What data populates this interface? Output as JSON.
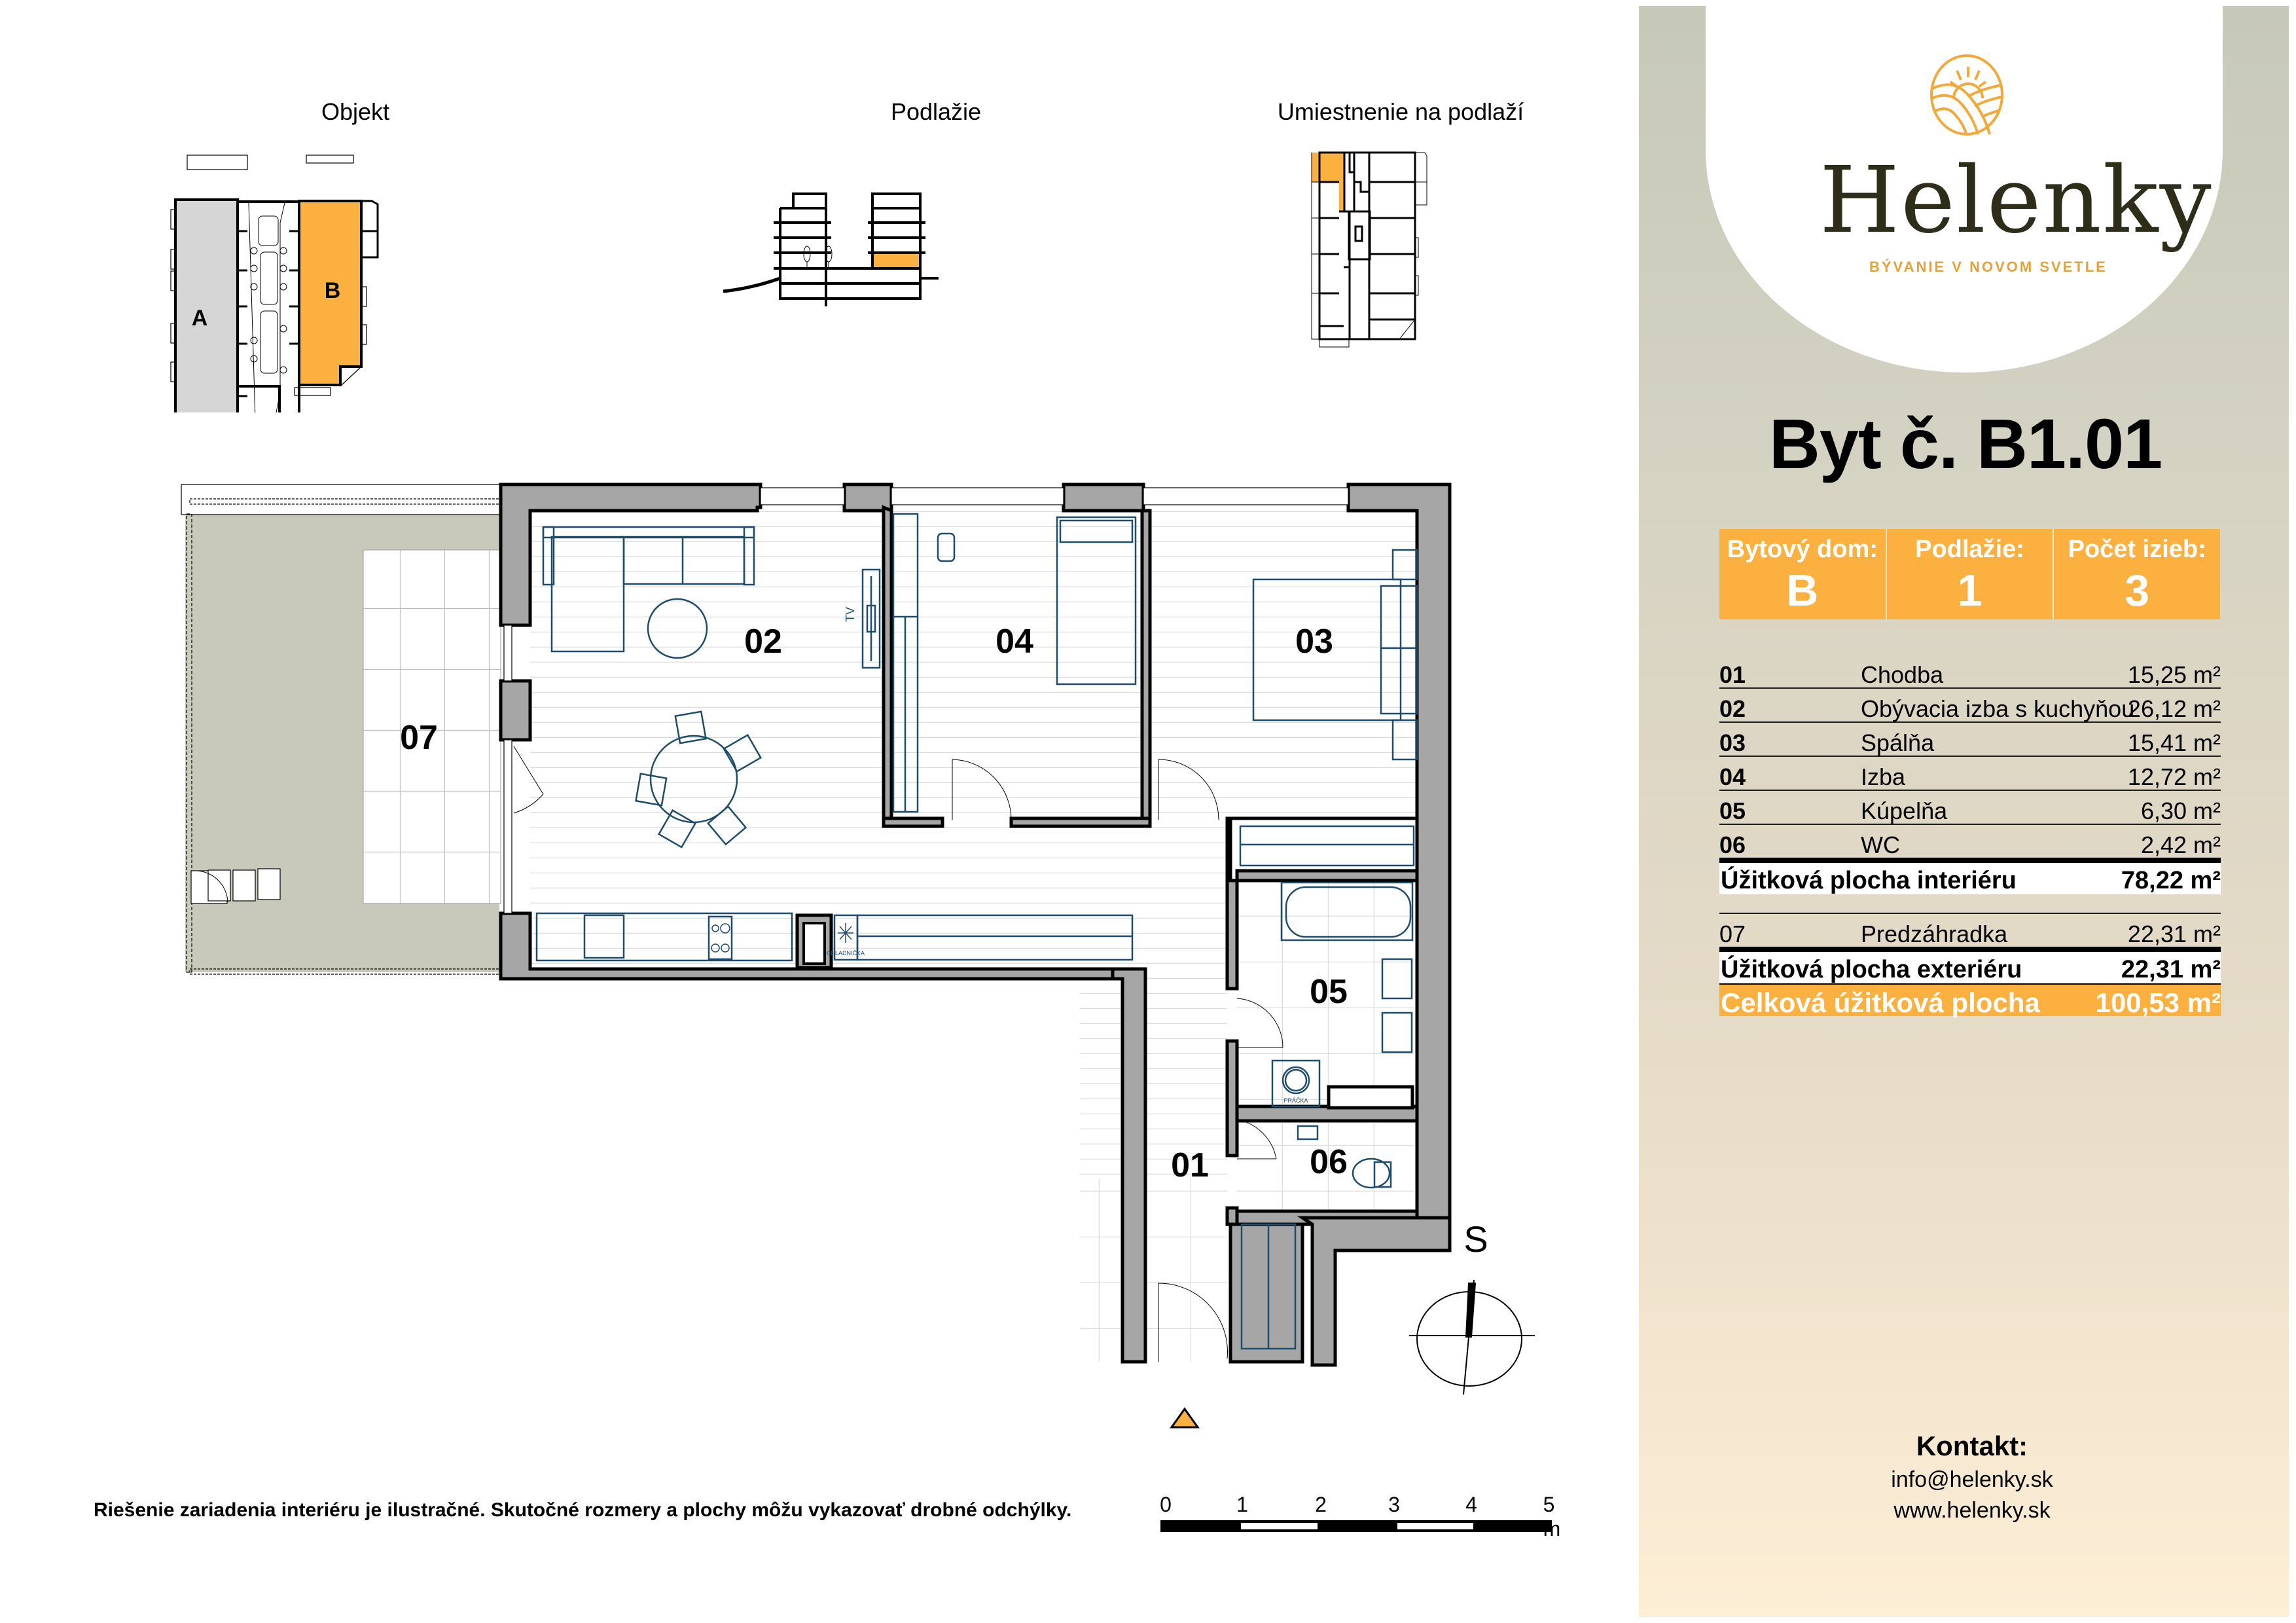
{
  "header_captions": {
    "objekt": "Objekt",
    "podlazie": "Podlažie",
    "umiestnenie": "Umiestnenie na podlaží"
  },
  "site_plan": {
    "building_a_label": "A",
    "building_b_label": "B",
    "highlight_color": "#fbb040",
    "building_a_color": "#d6d6d6"
  },
  "floor_plan": {
    "rooms": [
      {
        "id": "01",
        "label": "01"
      },
      {
        "id": "02",
        "label": "02"
      },
      {
        "id": "03",
        "label": "03"
      },
      {
        "id": "04",
        "label": "04"
      },
      {
        "id": "05",
        "label": "05"
      },
      {
        "id": "06",
        "label": "06"
      },
      {
        "id": "07",
        "label": "07"
      }
    ],
    "fixtures": {
      "tv_label": "TV",
      "fridge_label": "CHLADNIČKA",
      "washer_label": "PRÁČKA"
    },
    "compass_label": "S",
    "wall_color": "#a6a6a6",
    "furniture_color": "#1e4d6b",
    "garden_color": "#c8c9bb"
  },
  "scale_bar": {
    "ticks": [
      "0",
      "1",
      "2",
      "3",
      "4",
      "5 m"
    ]
  },
  "disclaimer": "Riešenie zariadenia interiéru je ilustračné. Skutočné rozmery a plochy môžu vykazovať drobné odchýlky.",
  "brand": {
    "name": "Helenky",
    "tagline": "BÝVANIE V NOVOM SVETLE",
    "logo_color": "#f2a93b",
    "wordmark_color": "#2e2d19"
  },
  "apartment": {
    "title": "Byt č. B1.01",
    "info": [
      {
        "label": "Bytový dom:",
        "value": "B"
      },
      {
        "label": "Podlažie:",
        "value": "1"
      },
      {
        "label": "Počet izieb:",
        "value": "3"
      }
    ],
    "rooms": [
      {
        "num": "01",
        "name": "Chodba",
        "area": "15,25 m²"
      },
      {
        "num": "02",
        "name": "Obývacia izba s kuchyňou",
        "area": "26,12 m²"
      },
      {
        "num": "03",
        "name": "Spálňa",
        "area": "15,41 m²"
      },
      {
        "num": "04",
        "name": "Izba",
        "area": "12,72 m²"
      },
      {
        "num": "05",
        "name": "Kúpelňa",
        "area": "6,30 m²"
      },
      {
        "num": "06",
        "name": "WC",
        "area": "2,42 m²"
      }
    ],
    "interior_total": {
      "label": "Úžitková plocha interiéru",
      "area": "78,22 m²"
    },
    "exterior_rooms": [
      {
        "num": "07",
        "name": "Predzáhradka",
        "area": "22,31 m²"
      }
    ],
    "exterior_total": {
      "label": "Úžitková plocha exteriéru",
      "area": "22,31 m²"
    },
    "grand_total": {
      "label": "Celková úžitková plocha",
      "area": "100,53 m²"
    }
  },
  "contact": {
    "heading": "Kontakt:",
    "email": "info@helenky.sk",
    "web": "www.helenky.sk"
  },
  "colors": {
    "accent_orange": "#fbb040",
    "panel_top": "#c6c8b8",
    "panel_bottom": "#fdeed6"
  }
}
